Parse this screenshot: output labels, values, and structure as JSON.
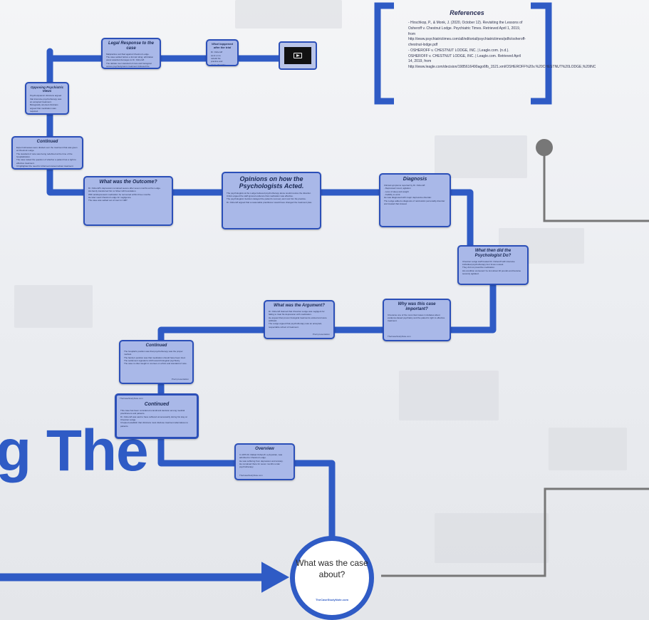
{
  "references": {
    "title": "References",
    "entries": [
      "- Hirschkop, P., & Monk, J. (2020, October 12). Revisiting the Lessons of Osheroff v. Chestnut Lodge. Psychiatric Times. Retrieved April 1, 2019, from",
      "http://www.psychiatrictimes.com/all/editorial/psychiatrictimes/pdfs/osheroff-chestnut-lodge.pdf",
      "- OSHEROFF v. CHESTNUT LODGE, INC. | Leagle.com. (n.d.). OSHEROFF v. CHESTNUT LODGE, INC. | Leagle.com. Retrieved April 14, 2019, from",
      "http://www.leagle.com/decision/1985616490ago6fb_1521.xml/OSHEROFF%20v.%20CHESTNUT%20LODGE,%20INC"
    ]
  },
  "cards": {
    "legal_response": {
      "title": "Legal Response to the case",
      "body": "Malpractice suit filed against Chestnut Lodge.\nThe case settled before a formal ruling; arbitration panel awarded damages to Dr. Osheroff.\nThe debate over standard of care and biological versus psychodynamic treatment followed the settlement."
    },
    "what_happened": {
      "title": "What happened after the trial",
      "body": "Dr. Osheroff\nwent on to\nrebuild his\npractice and\nwrote about the\nexperience."
    },
    "opposing": {
      "title": "Opposing Psychiatric Views",
      "body": "Psychodynamic clinicians argued that intensive psychotherapy was an accepted treatment.\nBiologically oriented clinicians argued that medication was required.\nThe dispute centered on what counted as reasonable care."
    },
    "continued_1": {
      "title": "Continued",
      "body": "Expert witnesses were divided over the treatment that was given at Chestnut Lodge.\nThe standard of care was being redefined at the time of the hospitalization.\nThe case raised the question of whether a patient has a right to effective treatment.\nIt highlighted the need for informed consent about treatment alternatives."
    },
    "outcome": {
      "title": "What was the Outcome?",
      "body": "Dr. Osheroff's depression remained severe after seven months at the Lodge.\nHis family transferred him to Silver Hill Foundation.\nWith antidepressant medication he recovered within three months.\nHe later sued Chestnut Lodge for negligence.\nThe case was settled out of court in 1987."
    },
    "opinions": {
      "title": "Opinions on how the Psychologists Acted.",
      "body": "The psychologists at the Lodge believed psychotherapy alone would resolve the disorder.\nCritics argued the staff ignored evidence that medication was effective.\nThe psychologists' decision delayed the patient's recovery and cost him his practice.\nDr. Osheroff argued that a reasonable practitioner would have changed the treatment plan."
    },
    "diagnosis": {
      "title": "Diagnosis",
      "body": "Clinical symptoms reported by Dr. Osheroff:\n- Depressed mood, agitation\n- Loss of sleep and weight\n- Inability to work\nHe was diagnosed with major depressive disorder.\nThe Lodge added a diagnosis of narcissistic personality disorder and treated that instead."
    },
    "psych_did": {
      "title": "What then did the Psychologist Do?",
      "body": "Chestnut Lodge staff treated Dr. Osheroff with intensive individual psychotherapy four times a week.\nThey did not prescribe medication.\nHis condition worsened: he lost about 40 pounds and became severely agitated."
    },
    "argument": {
      "title": "What was the Argument?",
      "body": "Dr. Osheroff claimed that Chestnut Lodge was negligent for failing to treat his depression with medication.\nHe argued that proven biological treatments existed and were withheld.\nThe Lodge argued that psychotherapy was an accepted, respectable school of treatment.",
      "footer": "Prezi presentation"
    },
    "why_important": {
      "title": "Why was this case important?",
      "body": "It became one of the most cited cases in debates about evidence-based psychiatry and the patient's right to effective treatment.",
      "footer": "TheCaseStudyNote.com"
    },
    "continued_2": {
      "title": "Continued",
      "body": "The hospital's position was that psychotherapy was the proper method.\nThe family's position was that medication should have been tried.\nThe settlement signaled a shift toward biological psychiatry.\nThe case is often taught in courses on ethics and standard of care.",
      "footer": "Prezi presentation"
    },
    "continued_3": {
      "title": "Continued",
      "body": "This case has been considered a landmark decision among medical practitioners and patients.\nDr. Osheroff was said to have suffered unnecessarily during his stay at Chestnut Lodge.\nIt helped establish that clinicians must disclose treatment alternatives to patients.",
      "header": "TheCaseStudyNote.com"
    },
    "overview": {
      "title": "Overview",
      "body": "In 1979 Dr. Rafael Osheroff, a physician, was admitted to Chestnut Lodge.\nHe was suffering from depression and anxiety.\nHe remained there for seven months under psychotherapy.",
      "footer": "TheCaseStudyNote.com"
    }
  },
  "big_text": "g The",
  "center": {
    "question": "What was the case about?",
    "site": "TheCaseStudyNote.com"
  },
  "colors": {
    "path": "#2f5bc5",
    "card_bg": "#a9b8e8",
    "card_border": "#2b4fb8",
    "grey_path": "#777777"
  },
  "icons": {
    "video": "play-icon"
  }
}
